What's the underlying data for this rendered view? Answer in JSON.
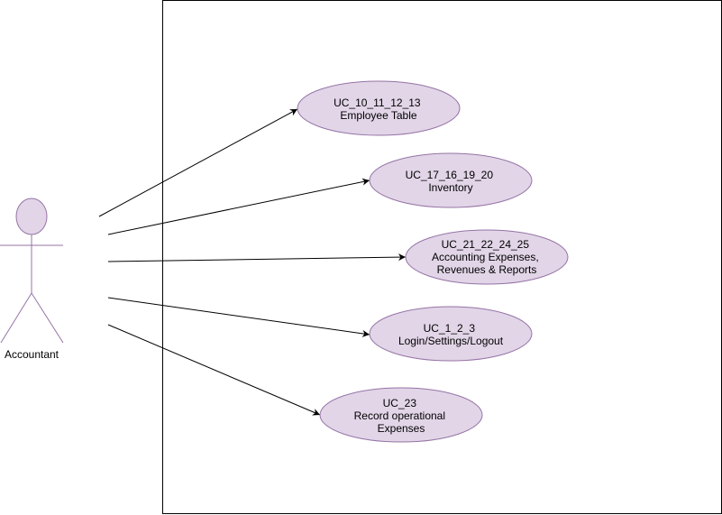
{
  "actor": {
    "name": "Accountant"
  },
  "use_cases": [
    {
      "lines": [
        "UC_10_11_12_13",
        "Employee Table"
      ]
    },
    {
      "lines": [
        "UC_17_16_19_20",
        "Inventory"
      ]
    },
    {
      "lines": [
        "UC_21_22_24_25",
        "Accounting Expenses,",
        "Revenues & Reports"
      ]
    },
    {
      "lines": [
        "UC_1_2_3",
        "Login/Settings/Logout"
      ]
    },
    {
      "lines": [
        "UC_23",
        "Record operational",
        "Expenses"
      ]
    }
  ],
  "colors": {
    "usecase_fill": "#e1d5e7",
    "usecase_stroke": "#9673a6",
    "boundary_stroke": "#000000",
    "line": "#000000"
  }
}
